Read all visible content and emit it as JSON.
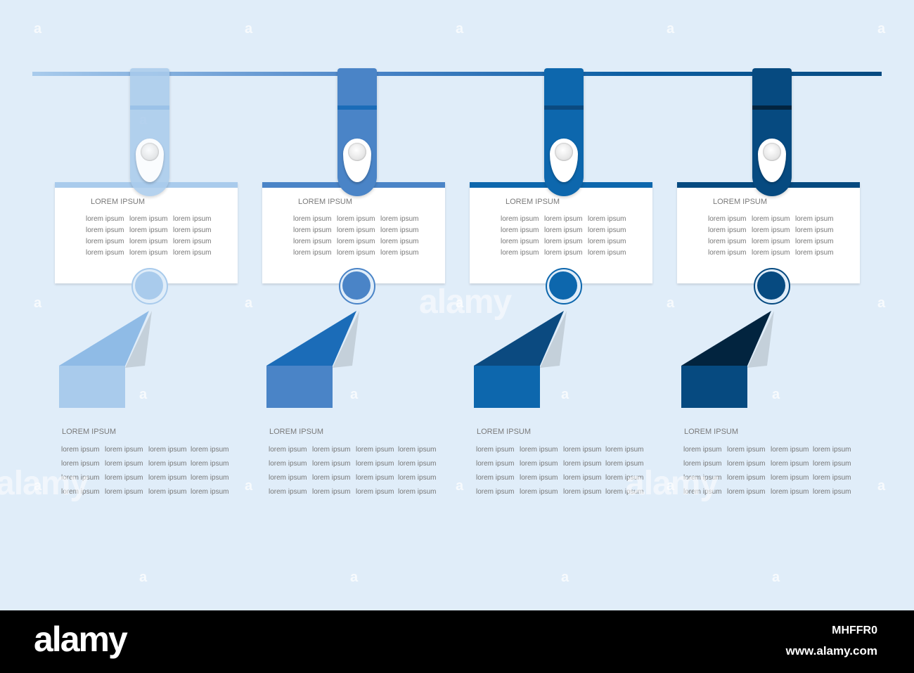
{
  "steps": [
    {
      "card_title": "LOREM IPSUM",
      "card_items": [
        "lorem ipsum",
        "lorem ipsum",
        "lorem ipsum",
        "lorem ipsum",
        "lorem ipsum",
        "lorem ipsum",
        "lorem ipsum",
        "lorem ipsum",
        "lorem ipsum",
        "lorem ipsum",
        "lorem ipsum",
        "lorem ipsum"
      ],
      "bottom_title": "LOREM IPSUM",
      "bottom_items": [
        "lorem ipsum",
        "lorem ipsum",
        "lorem ipsum",
        "lorem ipsum",
        "lorem ipsum",
        "lorem ipsum",
        "lorem ipsum",
        "lorem ipsum",
        "lorem ipsum",
        "lorem ipsum",
        "lorem ipsum",
        "lorem ipsum",
        "lorem ipsum",
        "lorem ipsum",
        "lorem ipsum",
        "lorem ipsum"
      ],
      "color": "#a9cbec",
      "color_dark": "#8fbbe6"
    },
    {
      "card_title": "LOREM IPSUM",
      "card_items": [
        "lorem ipsum",
        "lorem ipsum",
        "lorem ipsum",
        "lorem ipsum",
        "lorem ipsum",
        "lorem ipsum",
        "lorem ipsum",
        "lorem ipsum",
        "lorem ipsum",
        "lorem ipsum",
        "lorem ipsum",
        "lorem ipsum"
      ],
      "bottom_title": "LOREM IPSUM",
      "bottom_items": [
        "lorem ipsum",
        "lorem ipsum",
        "lorem ipsum",
        "lorem ipsum",
        "lorem ipsum",
        "lorem ipsum",
        "lorem ipsum",
        "lorem ipsum",
        "lorem ipsum",
        "lorem ipsum",
        "lorem ipsum",
        "lorem ipsum",
        "lorem ipsum",
        "lorem ipsum",
        "lorem ipsum",
        "lorem ipsum"
      ],
      "color": "#4a84c7",
      "color_dark": "#1b6cb8"
    },
    {
      "card_title": "LOREM IPSUM",
      "card_items": [
        "lorem ipsum",
        "lorem ipsum",
        "lorem ipsum",
        "lorem ipsum",
        "lorem ipsum",
        "lorem ipsum",
        "lorem ipsum",
        "lorem ipsum",
        "lorem ipsum",
        "lorem ipsum",
        "lorem ipsum",
        "lorem ipsum"
      ],
      "bottom_title": "LOREM IPSUM",
      "bottom_items": [
        "lorem ipsum",
        "lorem ipsum",
        "lorem ipsum",
        "lorem ipsum",
        "lorem ipsum",
        "lorem ipsum",
        "lorem ipsum",
        "lorem ipsum",
        "lorem ipsum",
        "lorem ipsum",
        "lorem ipsum",
        "lorem ipsum",
        "lorem ipsum",
        "lorem ipsum",
        "lorem ipsum",
        "lorem ipsum"
      ],
      "color": "#0d67ad",
      "color_dark": "#0b4a80"
    },
    {
      "card_title": "LOREM IPSUM",
      "card_items": [
        "lorem ipsum",
        "lorem ipsum",
        "lorem ipsum",
        "lorem ipsum",
        "lorem ipsum",
        "lorem ipsum",
        "lorem ipsum",
        "lorem ipsum",
        "lorem ipsum",
        "lorem ipsum",
        "lorem ipsum",
        "lorem ipsum"
      ],
      "bottom_title": "LOREM IPSUM",
      "bottom_items": [
        "lorem ipsum",
        "lorem ipsum",
        "lorem ipsum",
        "lorem ipsum",
        "lorem ipsum",
        "lorem ipsum",
        "lorem ipsum",
        "lorem ipsum",
        "lorem ipsum",
        "lorem ipsum",
        "lorem ipsum",
        "lorem ipsum",
        "lorem ipsum",
        "lorem ipsum",
        "lorem ipsum",
        "lorem ipsum"
      ],
      "color": "#064a80",
      "color_dark": "#02243f"
    }
  ],
  "watermark": {
    "small": "a",
    "large": "alamy"
  },
  "footer": {
    "logo": "alamy",
    "image_id": "MHFFR0",
    "url": "www.alamy.com"
  }
}
